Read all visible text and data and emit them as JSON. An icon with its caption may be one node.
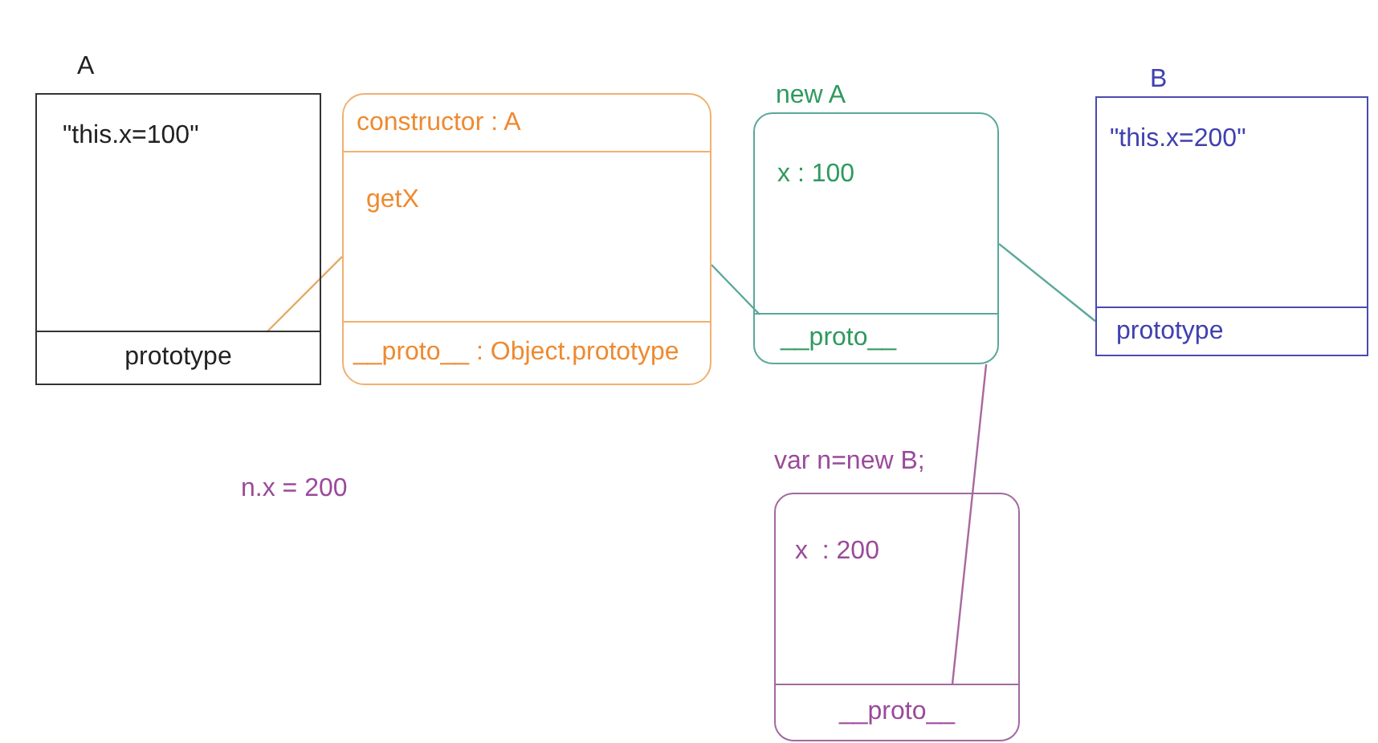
{
  "diagram": {
    "nodes": [
      {
        "text": [
          "A",
          "\"this.x=100\""
        ]
      },
      {
        "text": [
          "prototype"
        ],
        "in": 0
      },
      {
        "text": [
          "constructor : A",
          "getX"
        ]
      },
      {
        "text": [
          "__proto__ : Object.prototype"
        ],
        "in": 2
      },
      {
        "text": [
          "new A",
          "x : 100"
        ]
      },
      {
        "text": [
          "__proto__"
        ],
        "in": 4
      },
      {
        "text": [
          "B",
          "\"this.x=200\""
        ]
      },
      {
        "text": [
          "prototype"
        ],
        "in": 6
      },
      {
        "text": [
          "var n=new B;",
          "x  : 200"
        ]
      },
      {
        "text": [
          "__proto__"
        ],
        "in": 8
      }
    ],
    "edges": [
      {
        "from": 1,
        "to": 2,
        "arrow": "none",
        "color": "#e8a868"
      },
      {
        "from": 2,
        "to": 5,
        "arrow": "none"
      },
      {
        "from": 4,
        "to": 7,
        "arrow": "none"
      },
      {
        "from": 9,
        "to": 4,
        "arrow": "none",
        "color": "#a8689e"
      }
    ],
    "labels": [
      "n.x = 200"
    ]
  }
}
